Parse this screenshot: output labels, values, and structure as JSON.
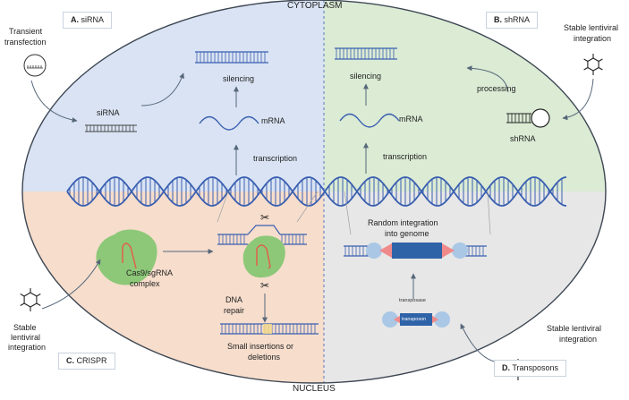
{
  "top_label": "CYTOPLASM",
  "bottom_label": "NUCLEUS",
  "panels": {
    "a": {
      "letter": "A.",
      "name": "siRNA"
    },
    "b": {
      "letter": "B.",
      "name": "shRNA"
    },
    "c": {
      "letter": "C.",
      "name": "CRISPR"
    },
    "d": {
      "letter": "D.",
      "name": "Transposons"
    }
  },
  "labels": {
    "transient_1": "Transient",
    "transient_2": "transfection",
    "sirna": "siRNA",
    "silencing_a": "silencing",
    "mrna_a": "mRNA",
    "transcription_a": "transcription",
    "stable_b_1": "Stable lentiviral",
    "stable_b_2": "integration",
    "silencing_b": "silencing",
    "processing": "processing",
    "mrna_b": "mRNA",
    "shrna": "shRNA",
    "transcription_b": "transcription",
    "random_1": "Random integration",
    "random_2": "into genome",
    "cas9_1": "Cas9/sgRNA",
    "cas9_2": "complex",
    "dna_1": "DNA",
    "dna_2": "repair",
    "indel_1": "Small insertions or",
    "indel_2": "deletions",
    "stable_c_1": "Stable",
    "stable_c_2": "lentiviral",
    "stable_c_3": "integration",
    "transposase": "transposase",
    "transposon": "transposon",
    "stable_d_1": "Stable lentiviral",
    "stable_d_2": "integration"
  },
  "colors": {
    "quadrant_a": "#d9e3f3",
    "quadrant_b": "#dbebd4",
    "quadrant_c": "#f6ddcc",
    "quadrant_d": "#e7e7e7",
    "dna": "#3a5fb0",
    "arrow": "#56677a",
    "cas9": "#8dc878",
    "transposon_block": "#2f63a8",
    "tir": "#f08a8a",
    "transposase": "#aac7e6"
  }
}
